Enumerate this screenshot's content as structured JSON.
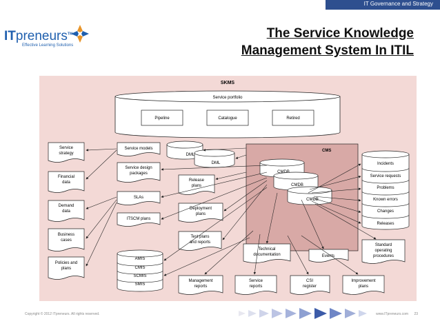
{
  "header": {
    "section": "IT Governance and Strategy"
  },
  "logo": {
    "brand_it": "IT",
    "brand_rest": "preneurs",
    "tm": "TM",
    "tagline": "Effective Learning Solutions"
  },
  "slide": {
    "title_line1": "The Service Knowledge",
    "title_line2": "Management System In ITIL"
  },
  "diagram": {
    "skms": "SKMS",
    "service_portfolio": "Service portfolio",
    "pipeline": "Pipeline",
    "catalogue": "Catalogue",
    "retired": "Retired",
    "service_models": "Service models",
    "service_design_packages_1": "Service design",
    "service_design_packages_2": "packages",
    "slas": "SLAs",
    "itscm_plans": "ITSCM plans",
    "dml_1": "DML",
    "dml_2": "DML",
    "release_plans_1": "Release",
    "release_plans_2": "plans",
    "deployment_plans_1": "Deployment",
    "deployment_plans_2": "plans",
    "test_plans_1": "Test plans",
    "test_plans_2": "and reports",
    "cms": "CMS",
    "cmdb_1": "CMDB",
    "cmdb_2": "CMDB",
    "cmdb_3": "CMDB",
    "service_strategy_1": "Service",
    "service_strategy_2": "strategy",
    "financial_data_1": "Financial",
    "financial_data_2": "data",
    "demand_data_1": "Demand",
    "demand_data_2": "data",
    "business_cases_1": "Business",
    "business_cases_2": "cases",
    "policies_plans_1": "Policies and",
    "policies_plans_2": "plans",
    "amis": "AMIS",
    "cmis": "CMIS",
    "scmis": "SCMIS",
    "smis": "SMIS",
    "incidents": "Incidents",
    "service_requests": "Service requests",
    "problems": "Problems",
    "known_errors": "Known errors",
    "changes": "Changes",
    "releases": "Releases",
    "technical_doc_1": "Technical",
    "technical_doc_2": "documentation",
    "events": "Events",
    "standard_proc_1": "Standard",
    "standard_proc_2": "operating",
    "standard_proc_3": "procedures",
    "management_reports_1": "Management",
    "management_reports_2": "reports",
    "service_reports_1": "Service",
    "service_reports_2": "reports",
    "csi_register_1": "CSI",
    "csi_register_2": "register",
    "improvement_plans_1": "Improvement",
    "improvement_plans_2": "plans"
  },
  "footer": {
    "copyright": "Copyright © 2012 ITpreneurs. All rights reserved.",
    "site": "www.ITpreneurs.com",
    "page": "23"
  },
  "colors": {
    "diagram_bg": "#f3d9d6",
    "cms_bg": "#d8a9a6",
    "topbar": "#2e4f8f",
    "brand_blue": "#1f5fae"
  }
}
